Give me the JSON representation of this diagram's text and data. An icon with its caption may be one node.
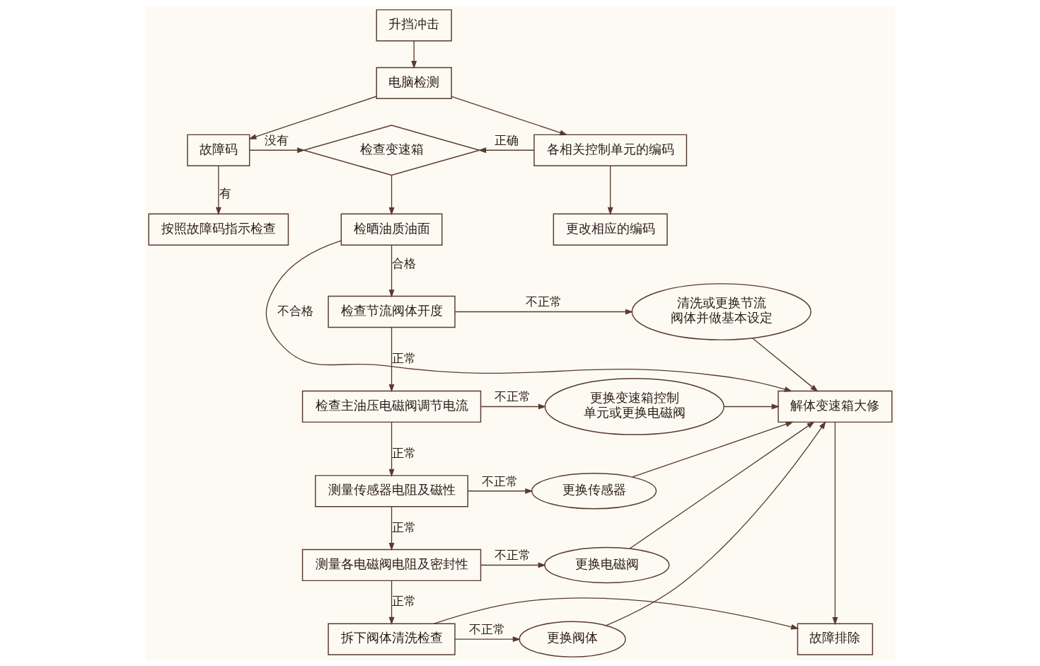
{
  "diagram": {
    "nodes": [
      {
        "text": [
          "升挡冲击"
        ]
      },
      {
        "text": [
          "电脑检测"
        ]
      },
      {
        "text": [
          "故障码"
        ]
      },
      {
        "text": [
          "检查变速箱"
        ]
      },
      {
        "text": [
          "各相关控制单元的编码"
        ]
      },
      {
        "text": [
          "按照故障码指示检查"
        ]
      },
      {
        "text": [
          "更改相应的编码"
        ]
      },
      {
        "text": [
          "检晒油质油面"
        ]
      },
      {
        "text": [
          "检查节流阀体开度"
        ]
      },
      {
        "text": [
          "清洗或更换节流阀体并做基本设定"
        ]
      },
      {
        "text": [
          "解体变速箱大修"
        ]
      },
      {
        "text": [
          "检查主油压电磁阀调节电流"
        ]
      },
      {
        "text": [
          "更换变速箱控制单元或更换电磁阀"
        ]
      },
      {
        "text": [
          "测量传感器电阻及磁性"
        ]
      },
      {
        "text": [
          "更换传感器"
        ]
      },
      {
        "text": [
          "测量各电磁阀电阻及密封性"
        ]
      },
      {
        "text": [
          "更换电磁阀"
        ]
      },
      {
        "text": [
          "故障排除"
        ]
      },
      {
        "text": [
          "拆下阀体清洗检查"
        ]
      },
      {
        "text": [
          "更换阀体"
        ]
      }
    ],
    "edges": [
      {
        "from": 0,
        "to": 1,
        "arrow": "to"
      },
      {
        "from": 1,
        "to": 2,
        "arrow": "to"
      },
      {
        "from": 1,
        "to": 4,
        "arrow": "to"
      },
      {
        "from": 2,
        "to": 3,
        "label": "没有",
        "arrow": "to"
      },
      {
        "from": 4,
        "to": 3,
        "label": "正确",
        "arrow": "to"
      },
      {
        "from": 2,
        "to": 5,
        "label": "有",
        "arrow": "to"
      },
      {
        "from": 4,
        "to": 6,
        "arrow": "to"
      },
      {
        "from": 3,
        "to": 7,
        "arrow": "to"
      },
      {
        "from": 7,
        "to": 10,
        "label": "不合格",
        "arrow": "to"
      },
      {
        "from": 7,
        "to": 8,
        "label": "合格",
        "arrow": "to"
      },
      {
        "from": 8,
        "to": 9,
        "label": "不正常",
        "arrow": "to"
      },
      {
        "from": 8,
        "to": 11,
        "label": "正常",
        "arrow": "to"
      },
      {
        "from": 11,
        "to": 12,
        "label": "不正常",
        "arrow": "to"
      },
      {
        "from": 11,
        "to": 13,
        "label": "正常",
        "arrow": "to"
      },
      {
        "from": 13,
        "to": 14,
        "label": "不正常",
        "arrow": "to"
      },
      {
        "from": 13,
        "to": 15,
        "label": "正常",
        "arrow": "to"
      },
      {
        "from": 15,
        "to": 16,
        "label": "不正常",
        "arrow": "to"
      },
      {
        "from": 15,
        "to": 18,
        "label": "正常",
        "arrow": "to"
      },
      {
        "from": 18,
        "to": 19,
        "label": "不正常",
        "arrow": "to"
      },
      {
        "from": 10,
        "to": 17,
        "arrow": "to"
      },
      {
        "from": 18,
        "to": 17,
        "arrow": "to"
      },
      {
        "from": 9,
        "to": 10,
        "arrow": "to"
      },
      {
        "from": 12,
        "to": 10,
        "arrow": "to"
      },
      {
        "from": 14,
        "to": 10,
        "arrow": "to"
      },
      {
        "from": 16,
        "to": 10,
        "arrow": "to"
      },
      {
        "from": 19,
        "to": 10,
        "arrow": "to"
      }
    ]
  }
}
